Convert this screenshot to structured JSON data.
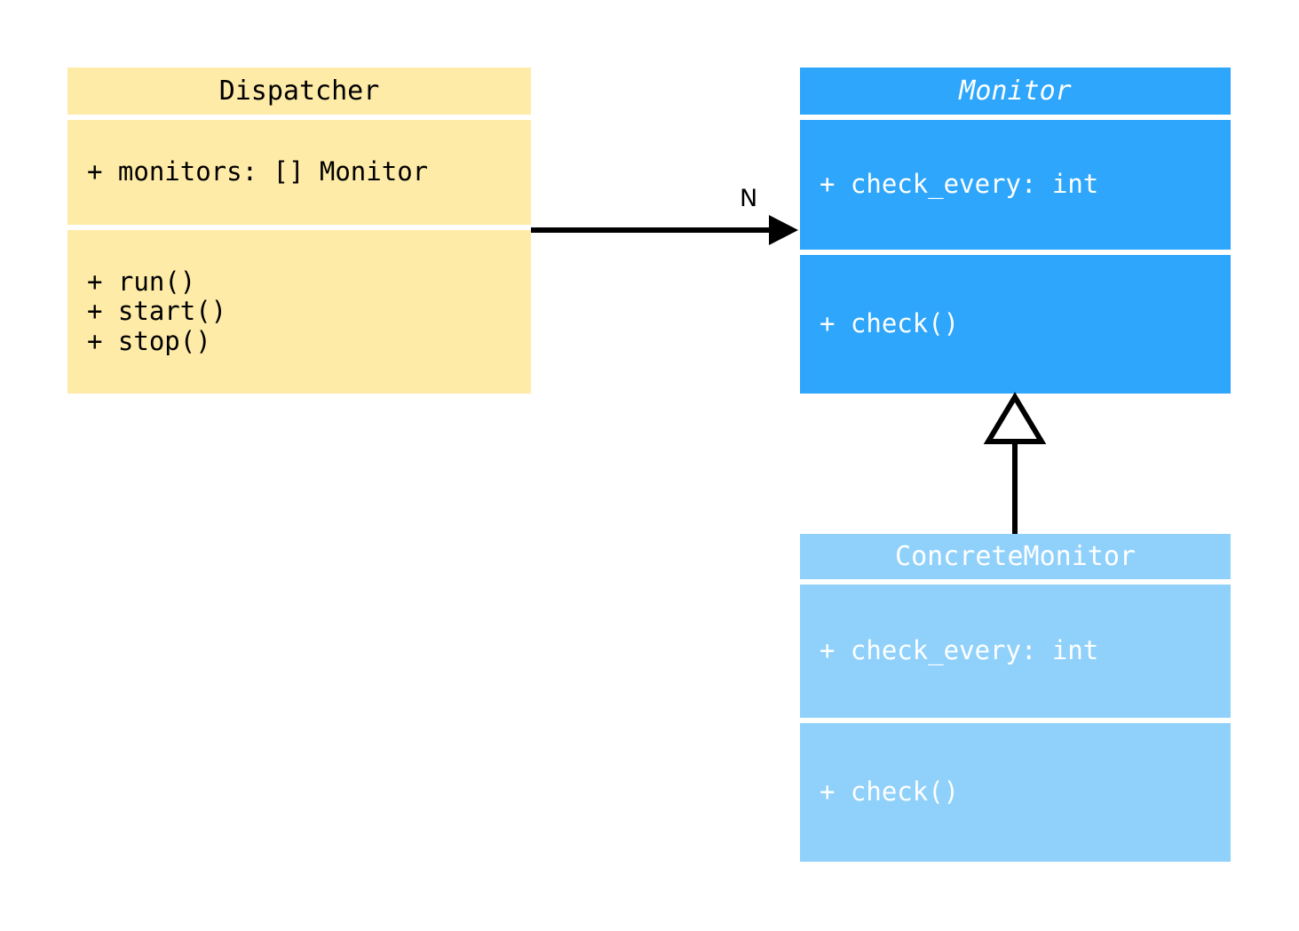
{
  "diagram": {
    "type": "uml-class-diagram",
    "background": "#ffffff",
    "classes": [
      {
        "id": "dispatcher",
        "name": "Dispatcher",
        "abstract": false,
        "fill": "#feeba8",
        "text_color": "#000000",
        "attributes": [
          "+ monitors: [] Monitor"
        ],
        "methods": [
          "+ run()",
          "+ start()",
          "+ stop()"
        ]
      },
      {
        "id": "monitor",
        "name": "Monitor",
        "abstract": true,
        "fill": "#2ea6fc",
        "text_color": "#ffffff",
        "attributes": [
          "+ check_every: int"
        ],
        "methods": [
          "+ check()"
        ]
      },
      {
        "id": "concrete_monitor",
        "name": "ConcreteMonitor",
        "abstract": false,
        "fill": "#90d1fc",
        "text_color": "#ffffff",
        "attributes": [
          "+ check_every: int"
        ],
        "methods": [
          "+ check()"
        ]
      }
    ],
    "relationships": [
      {
        "id": "dispatcher-monitor-association",
        "kind": "association",
        "from": "Dispatcher",
        "to": "Monitor",
        "label": "N",
        "arrowhead": "filled-triangle",
        "line": "solid",
        "color": "#000000"
      },
      {
        "id": "concrete-monitor-inheritance",
        "kind": "generalization",
        "from": "ConcreteMonitor",
        "to": "Monitor",
        "label": "",
        "arrowhead": "hollow-triangle",
        "line": "solid",
        "color": "#000000"
      }
    ]
  }
}
